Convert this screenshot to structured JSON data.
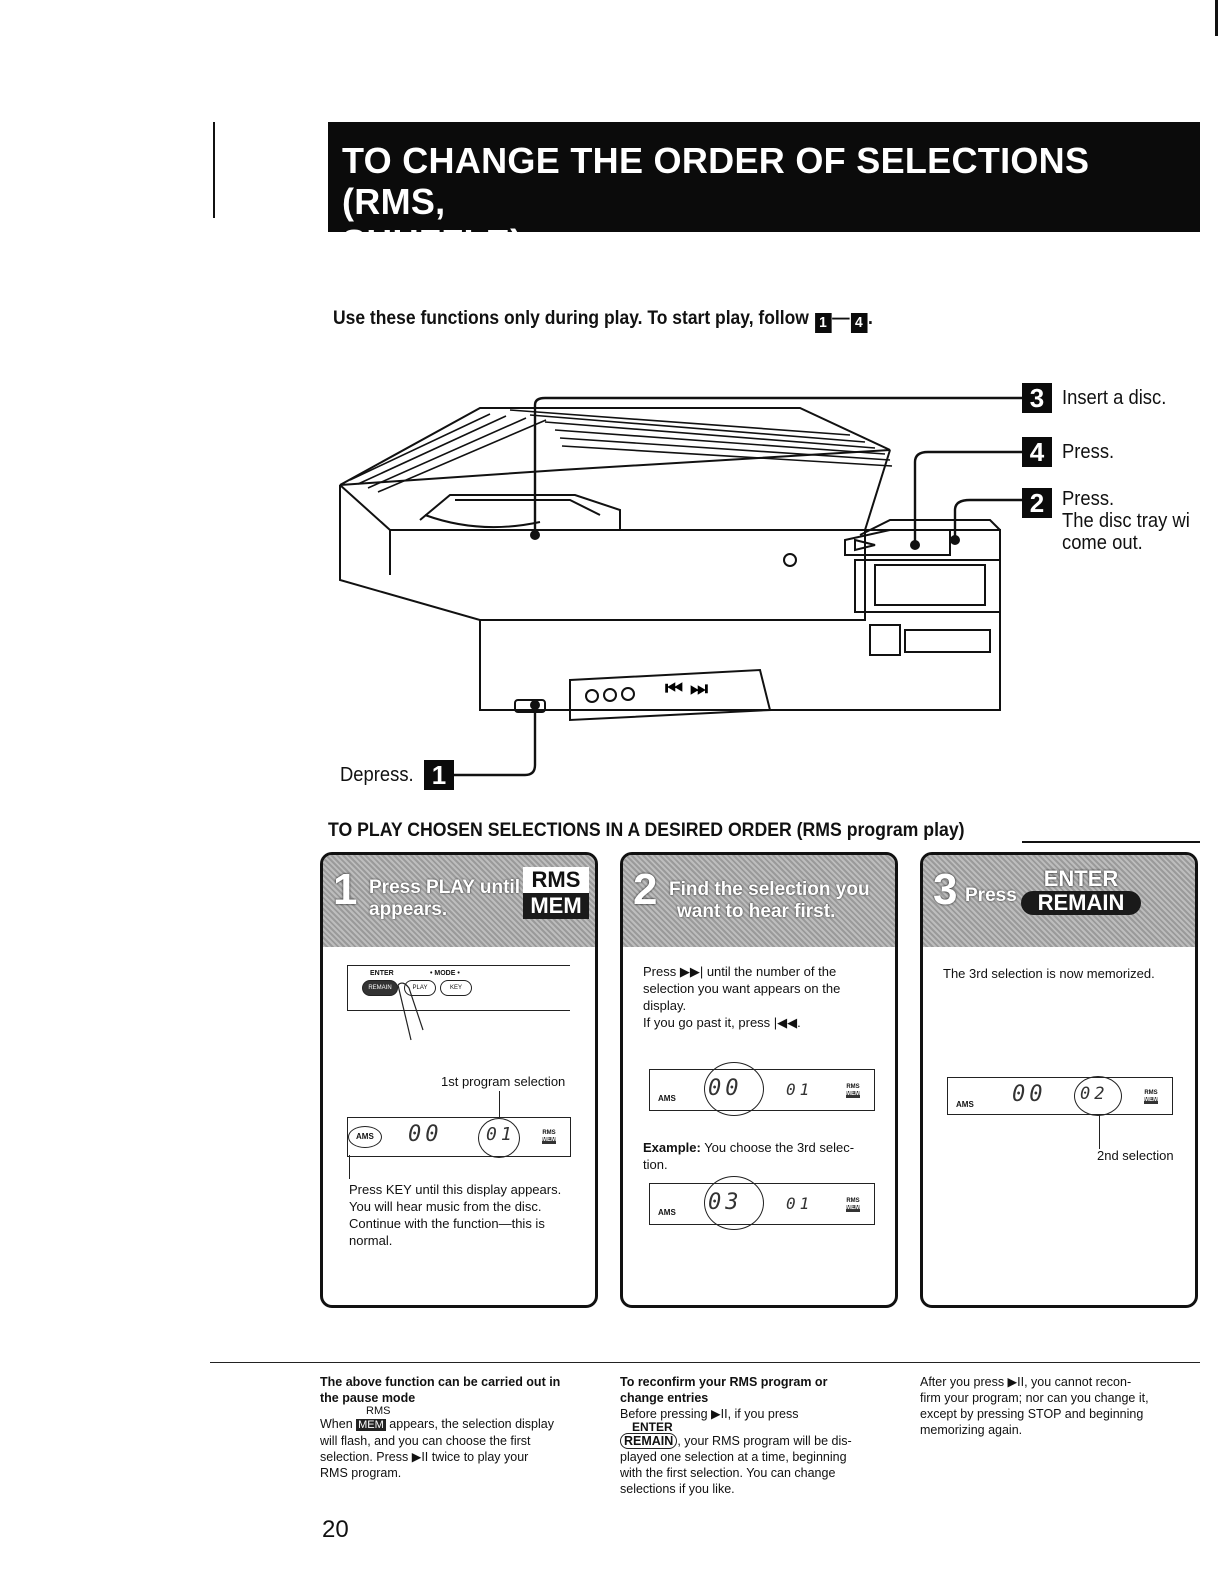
{
  "header": {
    "title_line1": "TO CHANGE THE ORDER OF SELECTIONS (RMS,",
    "title_line2": "SHUFFLE)"
  },
  "intro": {
    "text": "Use these functions only during play. To start play, follow",
    "from": "1",
    "dash": "—",
    "to": "4",
    "end": "."
  },
  "callouts": {
    "c3": {
      "num": "3",
      "text": "Insert a disc."
    },
    "c4": {
      "num": "4",
      "text": "Press."
    },
    "c2": {
      "num": "2",
      "line1": "Press.",
      "line2": "The disc tray wi",
      "line3": "come out."
    },
    "c1": {
      "num": "1",
      "text": "Depress."
    }
  },
  "device": {
    "next_glyph": "⏮ ⏭"
  },
  "section": {
    "title": "TO PLAY CHOSEN SELECTIONS IN A DESIRED ORDER (RMS program play)"
  },
  "steps": [
    {
      "num": "1",
      "title_line1": "Press PLAY until",
      "title_line2": "appears.",
      "key_top": "RMS",
      "key_bottom": "MEM",
      "panel_labels": {
        "enter": "ENTER",
        "mode": "• MODE •",
        "remain": "REMAIN",
        "play": "PLAY",
        "key": "KEY"
      },
      "caption": "1st program selection",
      "lcd": {
        "ams": "AMS",
        "left": "00",
        "right": "01",
        "rms": "RMS",
        "mem": "MEM"
      },
      "text": [
        "Press KEY until this display appears.",
        "You will hear music from the disc.",
        "Continue with the function—this is",
        "normal."
      ]
    },
    {
      "num": "2",
      "title_line1": "Find the selection you",
      "title_line2": "want to hear first.",
      "text": [
        "Press ▶▶| until the number of the",
        "selection you want appears on the",
        "display.",
        "If you go past it, press |◀◀."
      ],
      "lcd1": {
        "ams": "AMS",
        "left": "00",
        "right": "01",
        "rms": "RMS",
        "mem": "MEM"
      },
      "example_label": "Example:",
      "example_text": " You choose the 3rd selec-",
      "example_text2": "tion.",
      "lcd2": {
        "ams": "AMS",
        "left": "03",
        "right": "01",
        "rms": "RMS",
        "mem": "MEM"
      }
    },
    {
      "num": "3",
      "title": "Press",
      "key_top": "ENTER",
      "key_bottom": "REMAIN",
      "text": "The 3rd selection is now memorized.",
      "lcd": {
        "ams": "AMS",
        "left": "00",
        "right": "02",
        "rms": "RMS",
        "mem": "MEM"
      },
      "caption": "2nd selection"
    }
  ],
  "footnotes": {
    "col1": {
      "heading1": "The above function can be carried out in",
      "heading2": "the pause mode",
      "rms": "RMS",
      "mem": "MEM",
      "when": "When",
      "body1": "appears, the selection display",
      "body2": "will flash, and you can choose the first",
      "body3": "selection. Press ▶II twice to play your",
      "body4": "RMS program."
    },
    "col2": {
      "heading1": "To reconfirm your RMS program or",
      "heading2": "change entries",
      "body1": "Before pressing ▶II, if you press",
      "enter": "ENTER",
      "remain": "REMAIN",
      "body2": ", your RMS program will be dis-",
      "body3": "played one selection at a time, beginning",
      "body4": "with the first selection. You can change",
      "body5": "selections if you like."
    },
    "col3": {
      "body1": "After you press ▶II, you cannot recon-",
      "body2": "firm your program; nor can you change it,",
      "body3": "except by pressing STOP and beginning",
      "body4": "memorizing again."
    }
  },
  "page_number": "20"
}
